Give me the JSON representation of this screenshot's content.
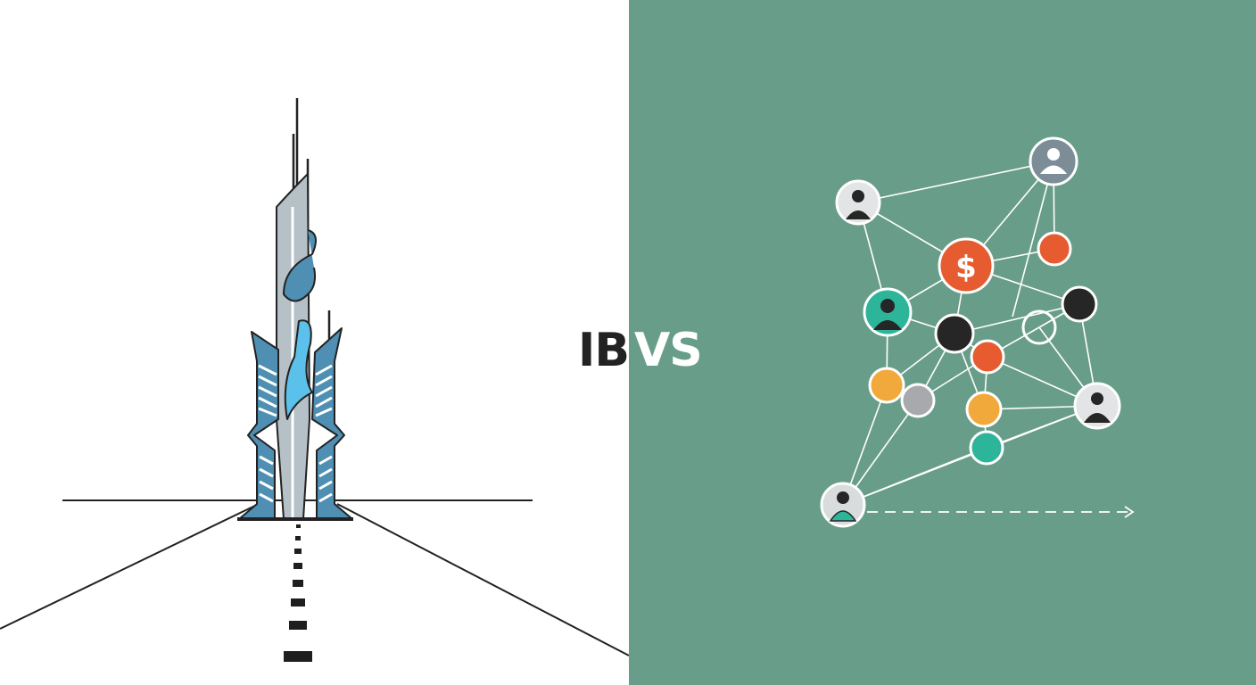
{
  "title": {
    "left_text": "IB",
    "right_text": "VS"
  },
  "colors": {
    "left_background": "#ffffff",
    "right_background": "#689d89",
    "line_dark": "#222222",
    "tower_blue": "#4e8fb3",
    "tower_light_blue": "#5bc0ea",
    "tower_gray": "#b5c1c7",
    "node_orange": "#e65c30",
    "node_amber": "#f2a93b",
    "node_teal": "#2db59a",
    "node_gray": "#a7a9ac",
    "node_black": "#262626",
    "edge_white": "#ffffff"
  },
  "left_illustration": {
    "subject": "skyscraper-tower",
    "elements": [
      "tower",
      "horizon-line",
      "road",
      "dashed-center-line"
    ]
  },
  "right_illustration": {
    "subject": "network-graph",
    "center_symbol": "$",
    "people_icon": "person-icon",
    "arrow": "dashed-arrow-right"
  }
}
